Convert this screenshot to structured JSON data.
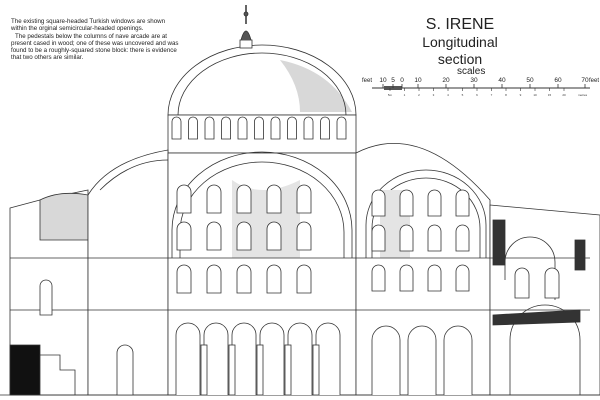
{
  "note": {
    "paragraphs": [
      "The existing square-headed Turkish windows are shown within the orginal semicircular-headed openings.",
      "The pedestals below the columns of nave arcade are at present cased in wood; one of these was uncovered and was found to be a roughly-squared stone block: there is evidence that two others are similar."
    ]
  },
  "title": {
    "line1": "S. IRENE",
    "line2": "Longitudinal section"
  },
  "scale": {
    "label": "scales",
    "feet_unit": "feet",
    "feet_ticks": [
      "10",
      "5",
      "0",
      "10",
      "20",
      "30",
      "40",
      "50",
      "60",
      "70"
    ],
    "metres_unit": "metres",
    "metres_ticks": [
      "5m",
      "1",
      "2",
      "3",
      "4",
      "5",
      "6",
      "7",
      "8",
      "9",
      "10",
      "15",
      "20"
    ]
  },
  "colors": {
    "line": "#333333",
    "shade": "#d8d8d8",
    "solid": "#111111"
  }
}
